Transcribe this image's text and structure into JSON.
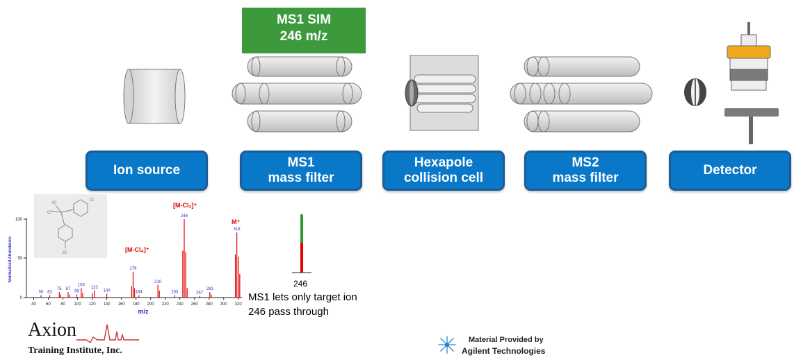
{
  "badge": {
    "line1": "MS1 SIM",
    "line2": "246 m/z",
    "color": "#3c9a3c"
  },
  "stages": [
    {
      "line1": "Ion source",
      "line2": ""
    },
    {
      "line1": "MS1",
      "line2": "mass filter"
    },
    {
      "line1": "Hexapole",
      "line2": "collision cell"
    },
    {
      "line1": "MS2",
      "line2": "mass filter"
    },
    {
      "line1": "Detector",
      "line2": ""
    }
  ],
  "spectrum": {
    "y_ticks": [
      "100",
      "50",
      "0"
    ],
    "y_label": "Normalized Abundance",
    "x_label": "m/z",
    "x_ticks": [
      "40",
      "60",
      "80",
      "100",
      "120",
      "140",
      "160",
      "180",
      "200",
      "220",
      "240",
      "260",
      "280",
      "300",
      "320"
    ],
    "peak_labels": [
      "50",
      "62",
      "75",
      "87",
      "99",
      "105",
      "123",
      "140",
      "176",
      "184",
      "210",
      "233",
      "246",
      "267",
      "281",
      "318"
    ],
    "ion_labels": {
      "m_cl2": "[M-Cl₂]⁺",
      "m_cl4": "[M-Cl₄]⁺",
      "m": "M⁺"
    },
    "ion_color": "#e00000",
    "peak_color": "#e00000",
    "label_color": "#2a2ad0"
  },
  "sim_peak": {
    "label": "246",
    "pass_color": "#e00000",
    "scan_color": "#2e9a2e"
  },
  "caption": {
    "line1": "MS1 lets only target ion",
    "line2": "246 pass through"
  },
  "logo": {
    "brand": "Axion",
    "sub": "Training Institute, Inc."
  },
  "credit": {
    "line1": "Material Provided by",
    "line2": "Agilent Technologies"
  }
}
